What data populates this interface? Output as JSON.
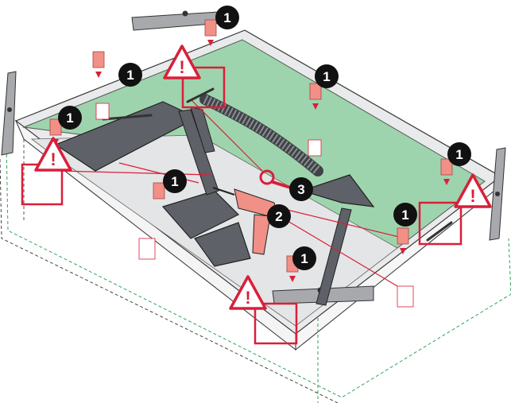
{
  "diagram": {
    "callout_label_1": "1",
    "callout_label_2": "2",
    "callout_label_3": "3",
    "warning_symbol": "!",
    "colors": {
      "panel_green": "#9ed4ad",
      "accent_red": "#d91f3a",
      "bracket_salmon": "#f19087",
      "frame_gray": "#a7a9ac",
      "steel_dark": "#5e6167",
      "badge_black": "#111111",
      "outline": "#333333",
      "dashed_guide": "#2fa35a"
    }
  }
}
